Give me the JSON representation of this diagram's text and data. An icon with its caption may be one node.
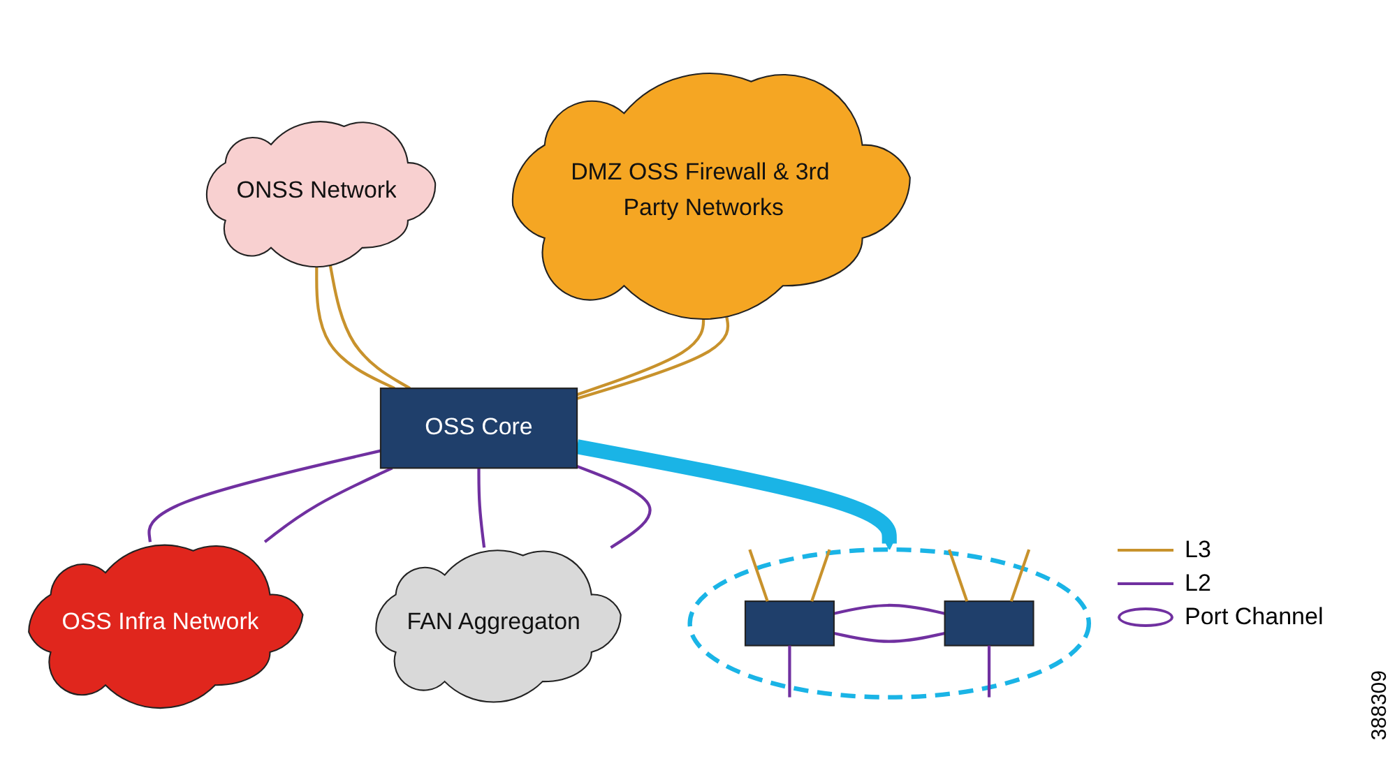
{
  "diagram": {
    "nodes": [
      {
        "text": [
          "ONSS Network"
        ]
      },
      {
        "text": [
          "DMZ OSS Firewall & 3rd Party Networks"
        ]
      },
      {
        "text": [
          "OSS Core"
        ]
      },
      {
        "text": [
          "OSS Infra Network"
        ]
      },
      {
        "text": [
          "FAN Aggregaton"
        ]
      },
      {
        "text": [],
        "shape": "circle"
      },
      {
        "text": [],
        "shape": "box",
        "in": 5
      },
      {
        "text": [],
        "shape": "box",
        "in": 5
      }
    ],
    "edges": [
      {
        "from": 0,
        "to": 2,
        "arrow": "none",
        "color": "#c8922c"
      },
      {
        "from": 0,
        "to": 2,
        "arrow": "none",
        "color": "#c8922c"
      },
      {
        "from": 1,
        "to": 2,
        "arrow": "none",
        "color": "#c8922c"
      },
      {
        "from": 1,
        "to": 2,
        "arrow": "none",
        "color": "#c8922c"
      },
      {
        "from": 2,
        "to": 3,
        "arrow": "none",
        "color": "#7030a0"
      },
      {
        "from": 2,
        "to": 3,
        "arrow": "none",
        "color": "#7030a0"
      },
      {
        "from": 2,
        "to": 4,
        "arrow": "none",
        "color": "#7030a0"
      },
      {
        "from": 2,
        "to": 4,
        "arrow": "none",
        "color": "#7030a0"
      },
      {
        "from": 2,
        "to": 5,
        "arrow": "to",
        "style": "thick",
        "color": "#1ab4e6"
      },
      {
        "from": 6,
        "to": 7,
        "arrow": "none",
        "color": "#7030a0"
      },
      {
        "from": 6,
        "to": 7,
        "arrow": "none",
        "color": "#7030a0"
      },
      {
        "from": 6,
        "to": null,
        "arrow": "none",
        "color": "#c8922c"
      },
      {
        "from": 6,
        "to": null,
        "arrow": "none",
        "color": "#c8922c"
      },
      {
        "from": 7,
        "to": null,
        "arrow": "none",
        "color": "#c8922c"
      },
      {
        "from": 7,
        "to": null,
        "arrow": "none",
        "color": "#c8922c"
      },
      {
        "from": 6,
        "to": null,
        "arrow": "none",
        "color": "#7030a0"
      },
      {
        "from": 7,
        "to": null,
        "arrow": "none",
        "color": "#7030a0"
      }
    ],
    "labels": [
      "388309"
    ],
    "legend": [
      {
        "text": "L3"
      },
      {
        "text": "L2"
      },
      {
        "text": "Port Channel"
      }
    ]
  }
}
